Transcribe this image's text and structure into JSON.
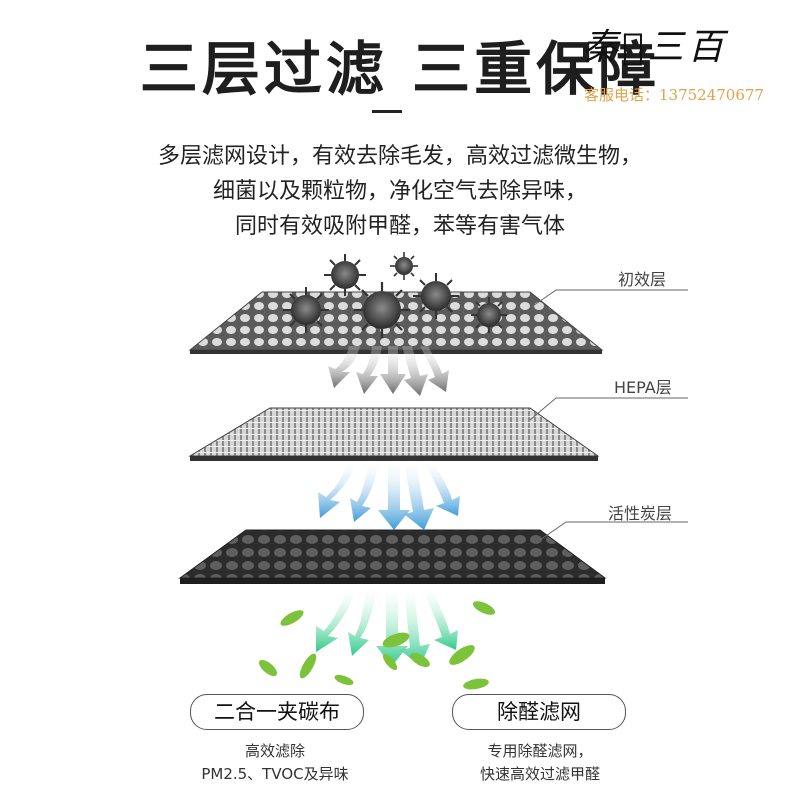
{
  "title": "三层过滤 三重保障",
  "watermark": {
    "brand": "秦𣗥三百",
    "service": "客服电话：13752470677"
  },
  "description": [
    "多层滤网设计，有效去除毛发，高效过滤微生物，",
    "细菌以及颗粒物，净化空气去除异味，",
    "同时有效吸附甲醛，苯等有害气体"
  ],
  "layers": [
    {
      "label": "初效层",
      "icon": "primary-mesh"
    },
    {
      "label": "HEPA层",
      "icon": "hepa-mesh"
    },
    {
      "label": "活性炭层",
      "icon": "carbon-mesh"
    }
  ],
  "features": [
    {
      "label": "二合一夹碳布",
      "desc": [
        "高效滤除",
        "PM2.5、TVOC及异味"
      ]
    },
    {
      "label": "除醛滤网",
      "desc": [
        "专用除醛滤网，",
        "快速高效过滤甲醛"
      ]
    }
  ],
  "colors": {
    "arrow_gray": "#7a7a7a",
    "arrow_blue": "#3f9bd9",
    "arrow_green": "#2fc98a",
    "leaf_green": "#7cc23a",
    "virus": "#3a3a3a",
    "watermark_service": "#e2a24a"
  }
}
